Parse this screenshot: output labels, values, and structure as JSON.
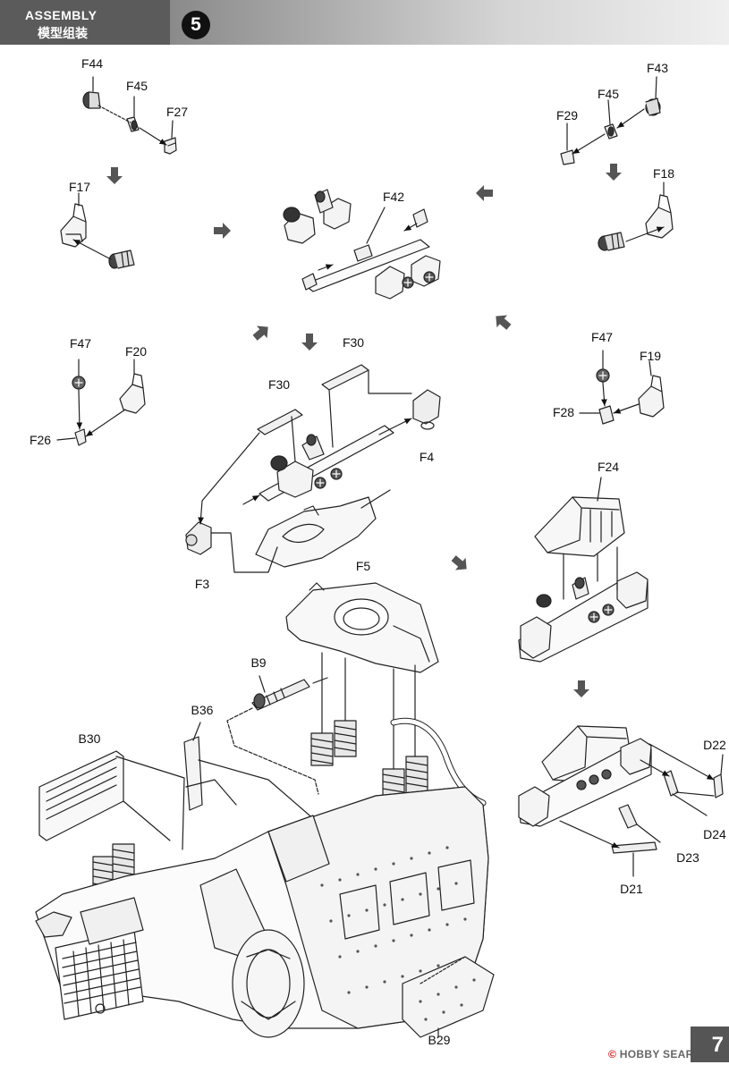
{
  "header": {
    "title_en": "ASSEMBLY",
    "title_cn": "模型组装",
    "step": "5"
  },
  "labels": {
    "F44": "F44",
    "F45a": "F45",
    "F27": "F27",
    "F43": "F43",
    "F45b": "F45",
    "F29": "F29",
    "F17": "F17",
    "F18": "F18",
    "F42": "F42",
    "F47a": "F47",
    "F20": "F20",
    "F26": "F26",
    "F47b": "F47",
    "F19": "F19",
    "F28": "F28",
    "F30a": "F30",
    "F30b": "F30",
    "F4": "F4",
    "F3": "F3",
    "F5": "F5",
    "F24": "F24",
    "B9": "B9",
    "B36": "B36",
    "B30": "B30",
    "D22": "D22",
    "D24": "D24",
    "D23": "D23",
    "D21": "D21",
    "B29": "B29"
  },
  "footer": {
    "watermark_prefix": "© ",
    "watermark_brand": "HOBBY SEARCH",
    "page_number": "7"
  }
}
